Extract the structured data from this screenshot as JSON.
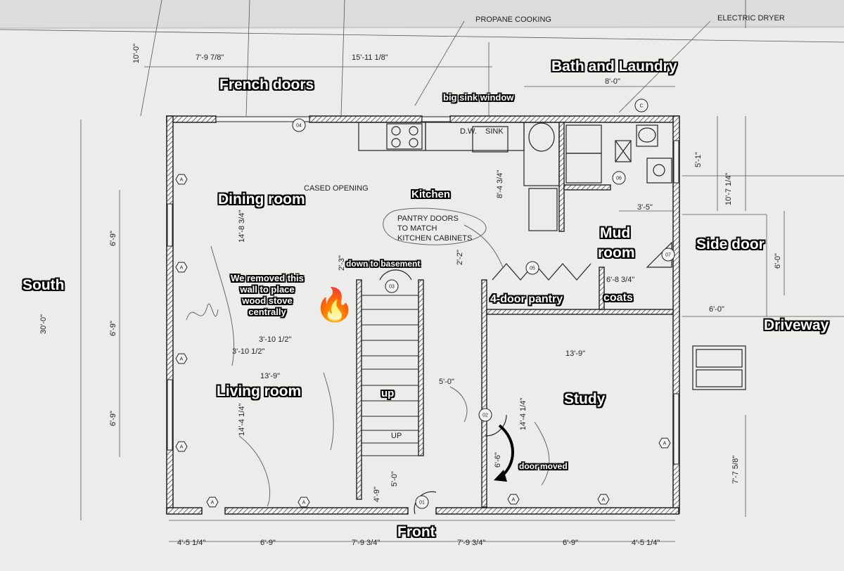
{
  "room_labels": {
    "french_doors": "French doors",
    "big_sink_window": "big sink window",
    "bath_and_laundry": "Bath and Laundry",
    "dining_room": "Dining room",
    "kitchen": "Kitchen",
    "mud": "Mud",
    "room": "room",
    "side_door": "Side door",
    "south": "South",
    "we_removed": "We removed this wall to place wood stove centrally",
    "down_to_basement": "down to basement",
    "four_door_pantry": "4-door pantry",
    "coats": "coats",
    "driveway": "Driveway",
    "living_room": "Living room",
    "up": "up",
    "study": "Study",
    "door_moved": "door moved",
    "front": "Front"
  },
  "plan_notes": {
    "propane_cooking": "PROPANE COOKING",
    "electric_dryer": "ELECTRIC DRYER",
    "cased_opening": "CASED OPENING",
    "pantry_doors_1": "PANTRY DOORS",
    "pantry_doors_2": "TO MATCH",
    "pantry_doors_3": "KITCHEN CABINETS",
    "dw": "D.W.",
    "sink": "SINK",
    "up_stair": "UP"
  },
  "dimensions": {
    "top_7_9_7_8": "7'-9 7/8\"",
    "top_15_11_1_8": "15'-11 1/8\"",
    "top_8_0": "8'-0\"",
    "top_3_5": "3'-5\"",
    "mud_6_8_3_4": "6'-8 3/4\"",
    "right_6_0": "6'-0\"",
    "study_13_9": "13'-9\"",
    "living_13_9": "13'-9\"",
    "stove_3_10_a": "3'-10 1/2\"",
    "stove_3_10_b": "3'-10 1/2\"",
    "hall_5_0": "5'-0\"",
    "bottom_4_5_left": "4'-5 1/4\"",
    "bottom_6_9_left": "6'-9\"",
    "bottom_7_9_left": "7'-9 3/4\"",
    "bottom_7_9_right": "7'-9 3/4\"",
    "bottom_6_9_right": "6'-9\"",
    "bottom_4_5_right": "4'-5 1/4\"",
    "v_10_0": "10'-0\"",
    "v_30_0": "30'-0\"",
    "v_6_9_a": "6'-9\"",
    "v_6_9_b": "6'-9\"",
    "v_6_9_c": "6'-9\"",
    "v_14_8": "14'-8 3/4\"",
    "v_14_4_left": "14'-4 1/4\"",
    "v_2_3": "2'-3\"",
    "v_2_2": "2'-2\"",
    "v_8_4": "8'-4 3/4\"",
    "v_5_1": "5'-1\"",
    "v_10_7": "10'-7 1/4\"",
    "v_6_0_side": "6'-0\"",
    "v_14_4_study": "14'-4 1/4\"",
    "v_6_6": "6'-6\"",
    "v_5_0": "5'-0\"",
    "v_4_9": "4'-9\"",
    "v_7_7": "7'-7 5/8\""
  },
  "door_tags": [
    "01",
    "02",
    "03",
    "04",
    "05",
    "06",
    "07",
    "C"
  ],
  "wall_tag": "A",
  "icons": [
    "fire-icon",
    "curved-arrow-icon"
  ],
  "colors": {
    "paper": "#ececea",
    "ink": "#222222",
    "label_fill": "#ffffff",
    "label_outline": "#000000"
  }
}
